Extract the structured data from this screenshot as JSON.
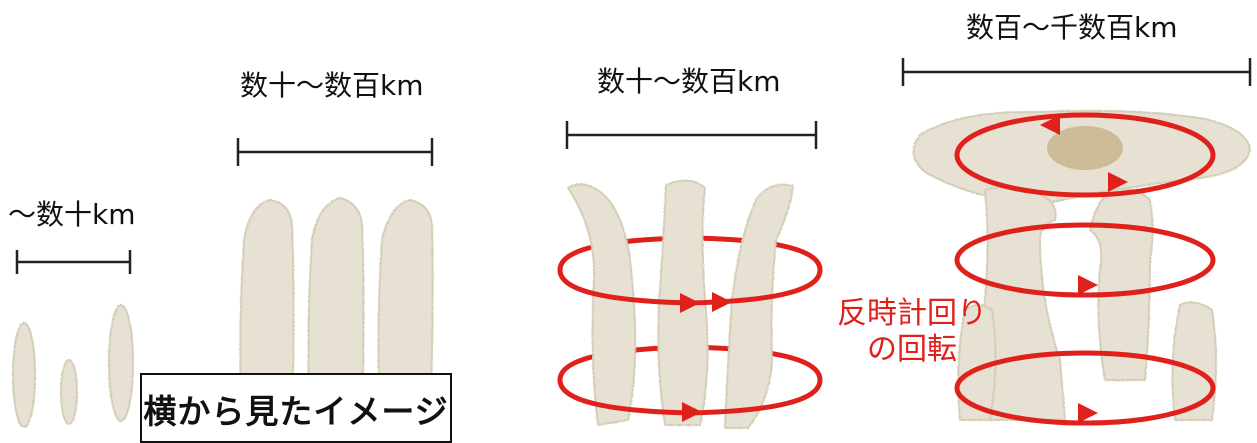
{
  "labels": {
    "scale1": "～数十km",
    "scale2": "数十～数百km",
    "scale3": "数十～数百km",
    "scale4": "数百～千数百km"
  },
  "annotation": {
    "line1": "反時計回り",
    "line2": "の回転"
  },
  "caption": "横から見たイメージ",
  "colors": {
    "cloud": "#e6e1d2",
    "cloud_edge": "#d4cdb8",
    "core": "#c9b48e",
    "rotation": "#e0201b",
    "scale_bar": "#222222"
  }
}
